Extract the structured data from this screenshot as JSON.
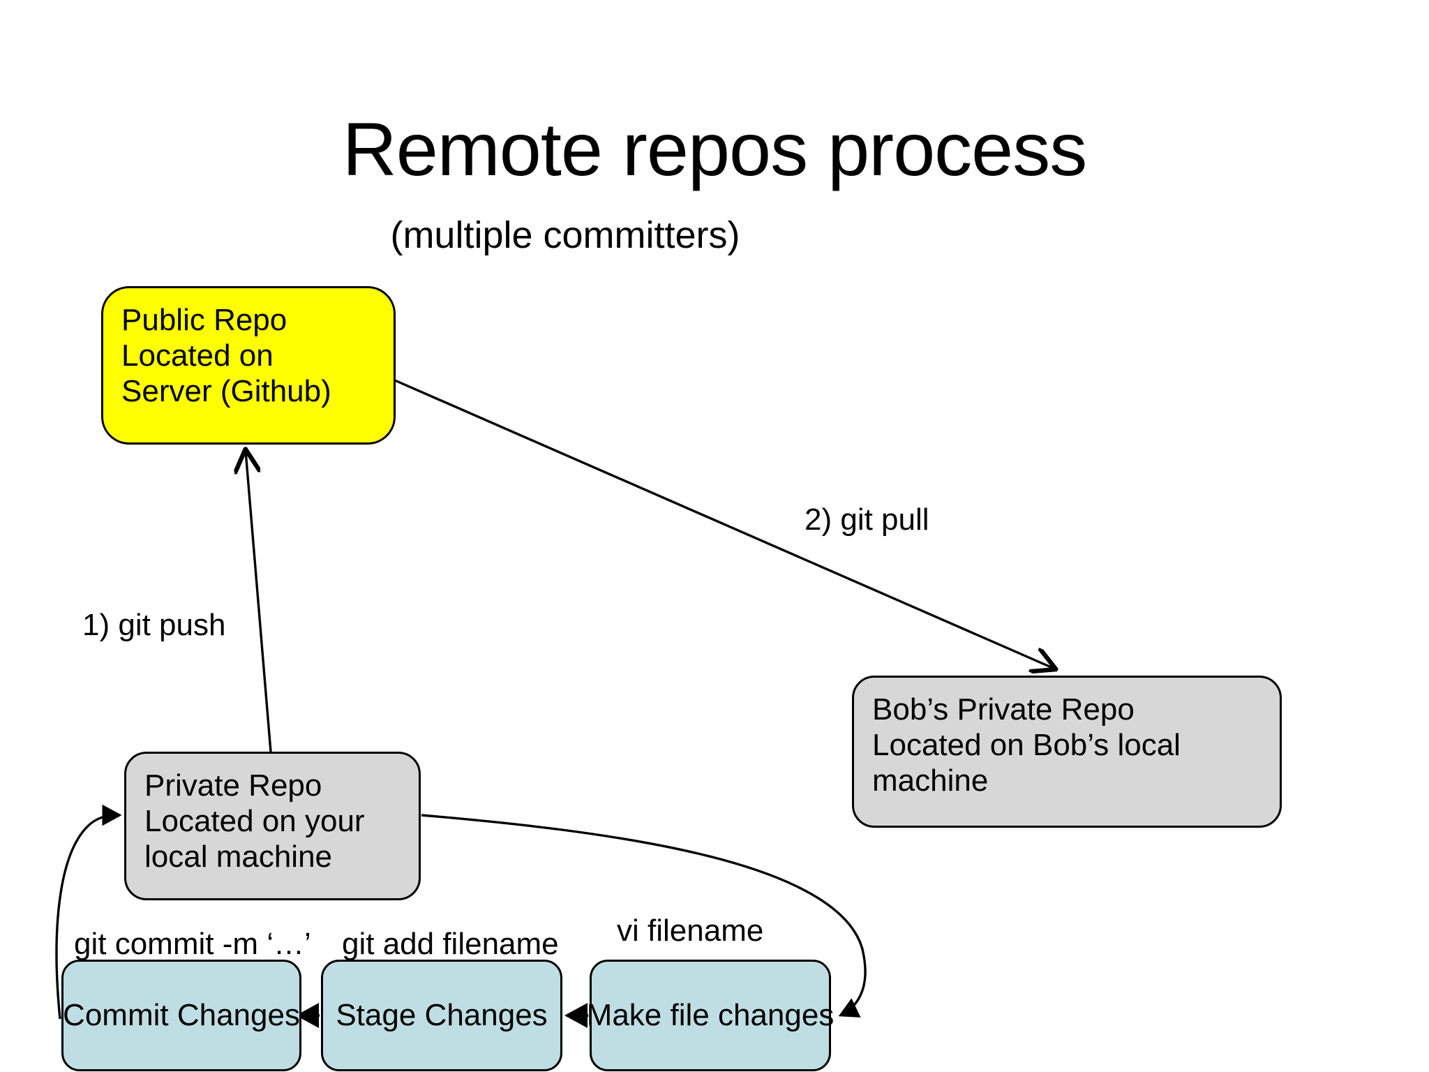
{
  "slide": {
    "title": "Remote repos process",
    "subtitle": "(multiple committers)",
    "background_color": "#ffffff"
  },
  "colors": {
    "public_repo_fill": "#ffff00",
    "private_repo_fill": "#d7d7d7",
    "workflow_fill": "#bfdee4",
    "stroke": "#000000",
    "text": "#000000"
  },
  "nodes": {
    "public_repo": {
      "label": "Public Repo\nLocated on\nServer (Github)",
      "fill": "#ffff00"
    },
    "bobs_repo": {
      "label": "Bob’s Private Repo\nLocated on Bob’s local\nmachine",
      "fill": "#d7d7d7"
    },
    "private_repo": {
      "label": "Private Repo\nLocated on your\nlocal machine",
      "fill": "#d7d7d7"
    },
    "commit_changes": {
      "label": "Commit Changes",
      "fill": "#bfdee4"
    },
    "stage_changes": {
      "label": "Stage Changes",
      "fill": "#bfdee4"
    },
    "make_file_changes": {
      "label": "Make file changes",
      "fill": "#bfdee4"
    }
  },
  "edges": {
    "git_push": {
      "label": "1) git push",
      "from": "private_repo",
      "to": "public_repo"
    },
    "git_pull": {
      "label": "2) git pull",
      "from": "public_repo",
      "to": "bobs_repo"
    },
    "git_commit": {
      "label": "git commit -m ‘…’",
      "from": "commit_changes",
      "to": "private_repo"
    },
    "git_add": {
      "label": "git add filename",
      "from": "stage_changes",
      "to": "commit_changes"
    },
    "vi_filename": {
      "label": "vi filename",
      "from": "make_file_changes",
      "to": "stage_changes"
    },
    "edit_loop": {
      "label": "",
      "from": "private_repo",
      "to": "make_file_changes"
    }
  }
}
